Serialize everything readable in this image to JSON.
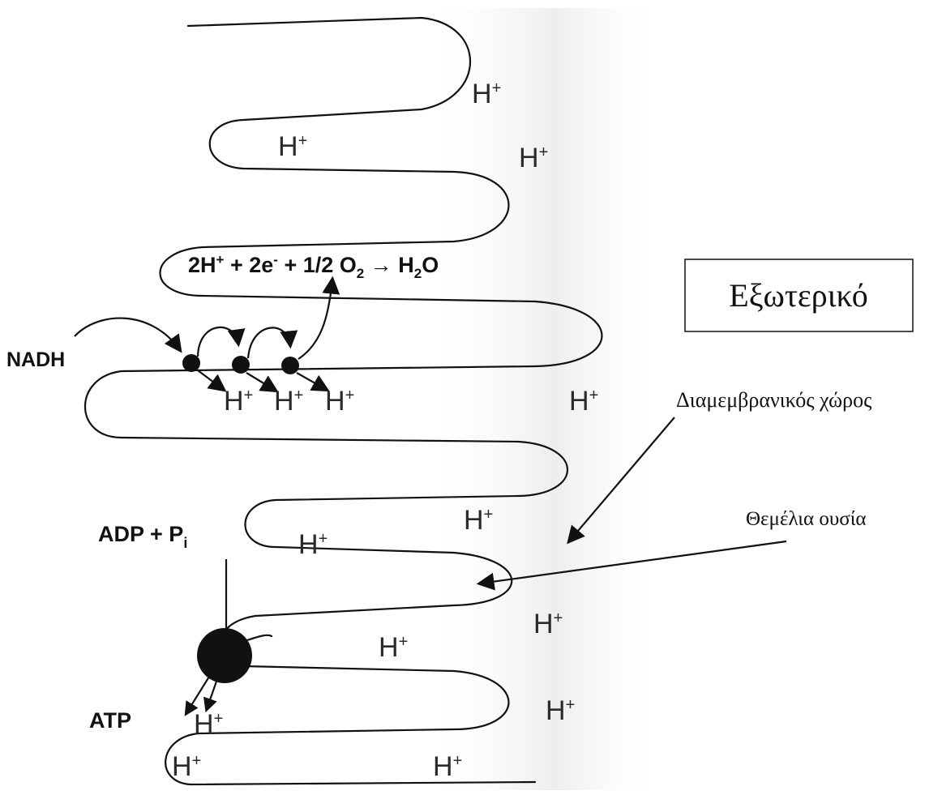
{
  "diagram": {
    "equation": {
      "lhs_1": "2H",
      "lhs_1_sup": "+",
      "lhs_2": " + 2e",
      "lhs_2_sup": "-",
      "lhs_3": " + 1/2 O",
      "lhs_3_sub": "2",
      "arrow": " → ",
      "rhs": "H",
      "rhs_sub": "2",
      "rhs_end": "O"
    },
    "labels": {
      "nadh": "NADH",
      "adp": "ADP + P",
      "adp_sub": "i",
      "atp": "ATP",
      "exterior": "Εξωτερικό",
      "intermembrane_space": "Διαμεμβρανικός χώρος",
      "matrix": "Θεμέλια ουσία"
    },
    "proton": {
      "symbol": "H",
      "charge": "+"
    }
  }
}
